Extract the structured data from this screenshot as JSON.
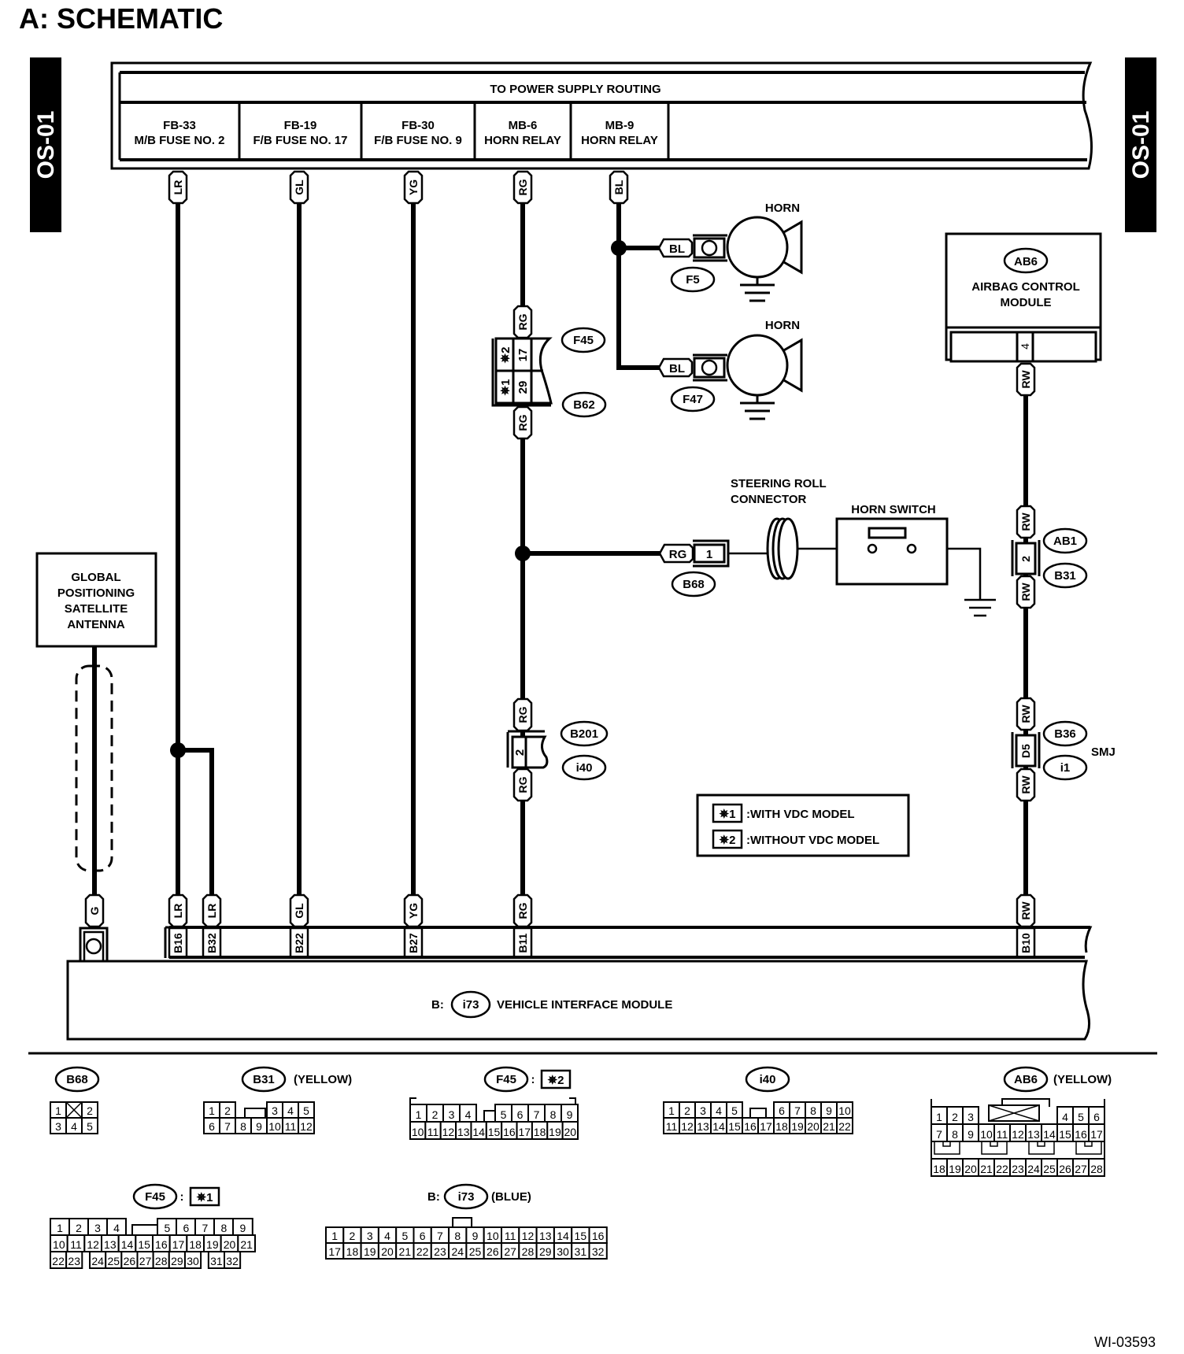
{
  "title": "A:  SCHEMATIC",
  "side_tab_left": "OS-01",
  "side_tab_right": "OS-01",
  "figure_id": "WI-03593",
  "power_supply": {
    "heading": "TO POWER SUPPLY ROUTING",
    "sources": [
      {
        "code": "FB-33",
        "desc": "M/B FUSE NO. 2"
      },
      {
        "code": "FB-19",
        "desc": "F/B FUSE NO. 17"
      },
      {
        "code": "FB-30",
        "desc": "F/B FUSE NO. 9"
      },
      {
        "code": "MB-6",
        "desc": "HORN RELAY"
      },
      {
        "code": "MB-9",
        "desc": "HORN RELAY"
      }
    ]
  },
  "wires": {
    "lr": "LR",
    "gl": "GL",
    "yg": "YG",
    "rg": "RG",
    "bl": "BL",
    "rw": "RW",
    "g": "G"
  },
  "components": {
    "horn_label": "HORN",
    "horn1_connector": "F5",
    "horn2_connector": "F47",
    "airbag_module": {
      "connector": "AB6",
      "line1": "AIRBAG CONTROL",
      "line2": "MODULE",
      "pin": "4"
    },
    "gps_antenna": {
      "line1": "GLOBAL",
      "line2": "POSITIONING",
      "line3": "SATELLITE",
      "line4": "ANTENNA"
    },
    "steering_roll": {
      "line1": "STEERING ROLL",
      "line2": "CONNECTOR"
    },
    "horn_switch": "HORN SWITCH",
    "vim": {
      "prefix": "B:",
      "connector": "i73",
      "name": "VEHICLE INTERFACE MODULE"
    },
    "smj": "SMJ"
  },
  "junctions": {
    "f45": "F45",
    "b62": "B62",
    "f45_pin_2": "17",
    "f45_pin_1": "29",
    "star1": "✵1",
    "star2": "✵2",
    "b68": "B68",
    "b68_pin": "1",
    "b201": "B201",
    "i40": "i40",
    "b201_pin": "2",
    "ab1": "AB1",
    "b31": "B31",
    "ab1_pin": "2",
    "b36": "B36",
    "i1": "i1",
    "b36_pin": "D5"
  },
  "vim_pins": [
    "B16",
    "B32",
    "B22",
    "B27",
    "B11",
    "B10"
  ],
  "legend": [
    {
      "tag": "✵1",
      "text": ":WITH VDC MODEL"
    },
    {
      "tag": "✵2",
      "text": ":WITHOUT VDC MODEL"
    }
  ],
  "connector_views": {
    "b68": {
      "id": "B68",
      "note": ""
    },
    "b31": {
      "id": "B31",
      "note": "(YELLOW)"
    },
    "f45_2": {
      "id": "F45",
      "sep": ":",
      "tag": "✵2"
    },
    "i40": {
      "id": "i40"
    },
    "ab6": {
      "id": "AB6",
      "note": "(YELLOW)"
    },
    "f45_1": {
      "id": "F45",
      "sep": ":",
      "tag": "✵1"
    },
    "i73": {
      "prefix": "B:",
      "id": "i73",
      "note": "(BLUE)"
    }
  }
}
